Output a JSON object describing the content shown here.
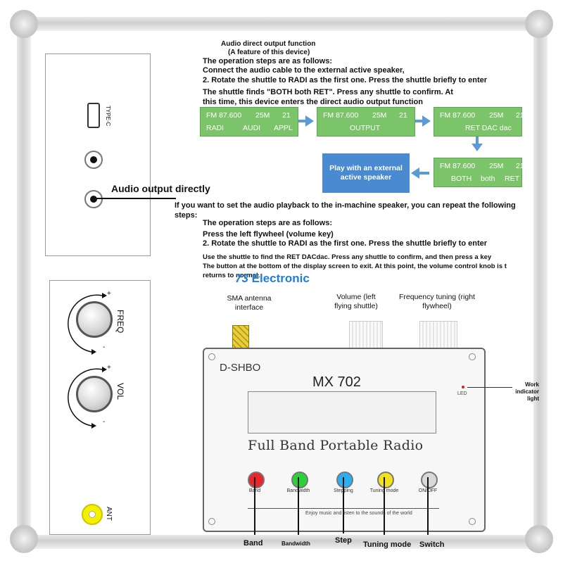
{
  "side_panel": {
    "type_c_label": "TYPE-C",
    "audio_callout": "Audio output directly",
    "freq_label": "FREQ",
    "vol_label": "VOL",
    "plus": "+",
    "minus": "-",
    "ant_label": "ANT"
  },
  "instructions": {
    "heading": "Audio direct output function",
    "subheading": "(A feature of this device)",
    "steps_intro": "The operation steps are as follows:",
    "line1": "Connect the audio cable to the external active speaker,",
    "line2": "2. Rotate the shuttle to RADI as the first one. Press the shuttle briefly to enter",
    "line3": "The shuttle finds \"BOTH both RET\". Press any shuttle to confirm. At",
    "line4": "this time, this device enters the direct audio output function",
    "repeat_line1": "If you want to set the audio playback to the in-machine speaker, you can repeat the following",
    "repeat_line2": "steps:",
    "steps_intro2": "The operation steps are as follows:",
    "step_a": "Press the left flywheel (volume key)",
    "step_b": "2. Rotate the shuttle to RADI as the first one. Press the shuttle briefly to enter",
    "step_c": "Use the shuttle to find the RET DACdac. Press any shuttle to confirm, and then press a key",
    "step_d": "The button at the bottom of the display screen to exit. At this point, the volume control knob is t",
    "step_e": "returns to normal."
  },
  "lcd_screens": [
    {
      "top": [
        "FM 87.600",
        "25M",
        "21"
      ],
      "bottom": [
        "RADI",
        "AUDI",
        "APPL"
      ]
    },
    {
      "top": [
        "FM 87.600",
        "25M",
        "21"
      ],
      "bottom": [
        "OUTPUT"
      ]
    },
    {
      "top": [
        "FM 87.600",
        "25M",
        "21"
      ],
      "bottom": [
        "RET DAC dac"
      ]
    },
    {
      "top": [
        "FM 87.600",
        "25M",
        "21"
      ],
      "bottom": [
        "BOTH",
        "both",
        "RET"
      ]
    }
  ],
  "speaker_box": "Play with an external active speaker",
  "watermark": {
    "number": "73",
    "word": "Electronic"
  },
  "radio": {
    "sma_label": "SMA antenna interface",
    "volume_label": "Volume (left flying shuttle)",
    "freq_label": "Frequency tuning (right flywheel)",
    "brand": "D-SHBO",
    "model": "MX 702",
    "title": "Full Band Portable Radio",
    "led": "LED",
    "work_light": "Work indicator light",
    "tagline": "Enjoy music and listen to the sounds of the world",
    "buttons": [
      {
        "label": "Band",
        "color": "#e8262b"
      },
      {
        "label": "Bandwidth",
        "color": "#2bd13a"
      },
      {
        "label": "Stepping",
        "color": "#2ab0f0"
      },
      {
        "label": "Tuning mode",
        "color": "#f2e21c"
      },
      {
        "label": "ON/OFF",
        "color": "#d9d9d9"
      }
    ],
    "callouts": [
      "Band",
      "Bandwidth",
      "Step",
      "Tuning mode",
      "Switch"
    ]
  }
}
